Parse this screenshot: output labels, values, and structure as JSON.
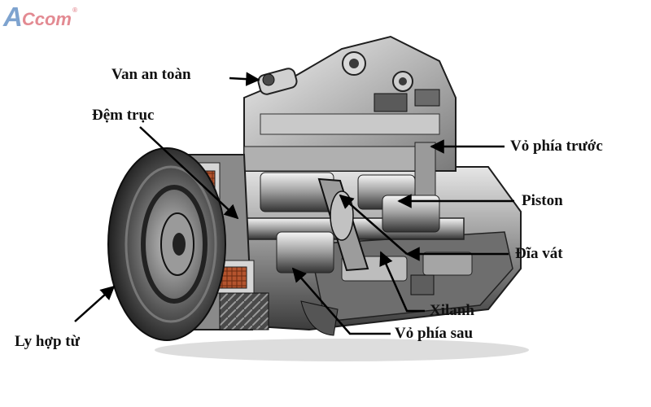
{
  "logo": {
    "first": "A",
    "rest": "Ccom",
    "mark": "®"
  },
  "labels": {
    "safety_valve": "Van an toàn",
    "shaft_seal": "Đệm trục",
    "front_housing": "Vỏ phía trước",
    "piston": "Piston",
    "swash_plate": "Đĩa vát",
    "cylinder": "Xilanh",
    "rear_housing": "Vỏ phía sau",
    "magnetic_clutch": "Ly hợp từ"
  },
  "colors": {
    "metal_dark": "#3a3a3a",
    "metal_mid": "#8c8c8c",
    "metal_light": "#d9d9d9",
    "coil": "#b5542e",
    "arrow": "#000000"
  }
}
